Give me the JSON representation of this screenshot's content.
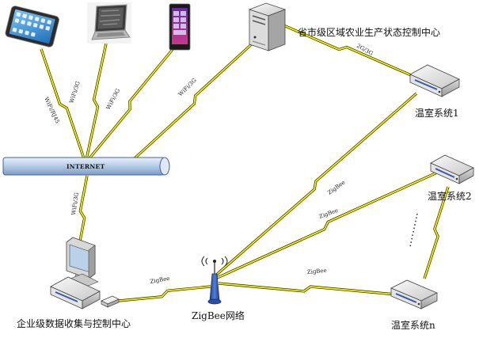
{
  "nodes": {
    "province_center": "省市级区域农业生产状态控制中心",
    "greenhouse_1": "温室系统1",
    "greenhouse_2": "温室系统2",
    "greenhouse_n": "温室系统n",
    "enterprise_center": "企业级数据收集与控制中心",
    "zigbee_network": "ZigBee网络",
    "internet": "INTERNET"
  },
  "links": {
    "tablet_link": "WiFi/RJ45",
    "laptop_link": "WiFi/3G",
    "phone_link": "WiFi/3G",
    "server_link": "WiFi/3G",
    "province_greenhouse_link": "2G/3G",
    "enterprise_internet_link": "WiFi/3G",
    "zigbee_greenhouse1": "ZigBee",
    "zigbee_greenhouse2": "ZigBee",
    "zigbee_greenhousen": "ZigBee",
    "zigbee_enterprise": "ZigBee"
  },
  "colors": {
    "link_fill": "#f2f200",
    "link_outline": "#2b2b00",
    "pipe_blue": "#a9c3e0",
    "device_grey": "#d4d4d4"
  }
}
